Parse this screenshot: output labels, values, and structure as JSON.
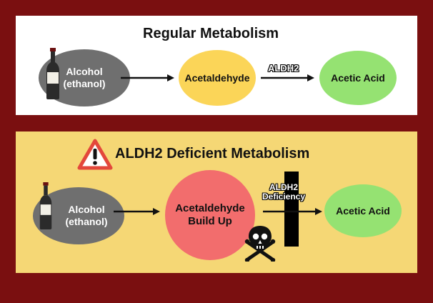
{
  "regular": {
    "title": "Regular Metabolism",
    "alcohol_line1": "Alcohol",
    "alcohol_line2": "(ethanol)",
    "intermediate": "Acetaldehyde",
    "enzyme_label": "ALDH2",
    "product": "Acetic Acid"
  },
  "deficient": {
    "title": "ALDH2 Deficient Metabolism",
    "alcohol_line1": "Alcohol",
    "alcohol_line2": "(ethanol)",
    "intermediate_line1": "Acetaldehyde",
    "intermediate_line2": "Build Up",
    "enzyme_line1": "ALDH2",
    "enzyme_line2": "Deficiency",
    "product": "Acetic Acid",
    "warning_icon": "warning-triangle-icon",
    "toxic_icon": "skull-crossbones-icon"
  },
  "colors": {
    "background": "#7a0f10",
    "regular_panel": "#ffffff",
    "deficient_panel": "#f5d775",
    "alcohol": "#6f6f6f",
    "acetaldehyde": "#fbd558",
    "acetaldehyde_buildup": "#f26d6d",
    "acetic_acid": "#95e272",
    "warning": "#e3473b"
  }
}
